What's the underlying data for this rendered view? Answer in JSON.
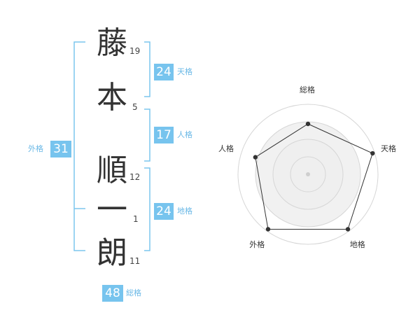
{
  "name": {
    "chars": [
      {
        "char": "藤",
        "strokes": "19"
      },
      {
        "char": "本",
        "strokes": "5"
      },
      {
        "char": "順",
        "strokes": "12"
      },
      {
        "char": "一",
        "strokes": "1"
      },
      {
        "char": "朗",
        "strokes": "11"
      }
    ]
  },
  "fortune": {
    "tenkaku": {
      "value": "24",
      "label": "天格"
    },
    "jinkaku": {
      "value": "17",
      "label": "人格"
    },
    "chikaku": {
      "value": "24",
      "label": "地格"
    },
    "gaikaku": {
      "value": "31",
      "label": "外格"
    },
    "soukaku": {
      "value": "48",
      "label": "総格"
    }
  },
  "chart_data": {
    "type": "radar",
    "axes": [
      "総格",
      "天格",
      "地格",
      "外格",
      "人格"
    ],
    "values": [
      0.72,
      0.97,
      0.97,
      0.97,
      0.79
    ],
    "range": [
      0,
      1
    ],
    "grid_rings": 4
  },
  "colors": {
    "accent": "#77c4ee",
    "bracket": "#7cc6ee",
    "ring_fill": "#f0f0f0",
    "line": "#333333"
  }
}
